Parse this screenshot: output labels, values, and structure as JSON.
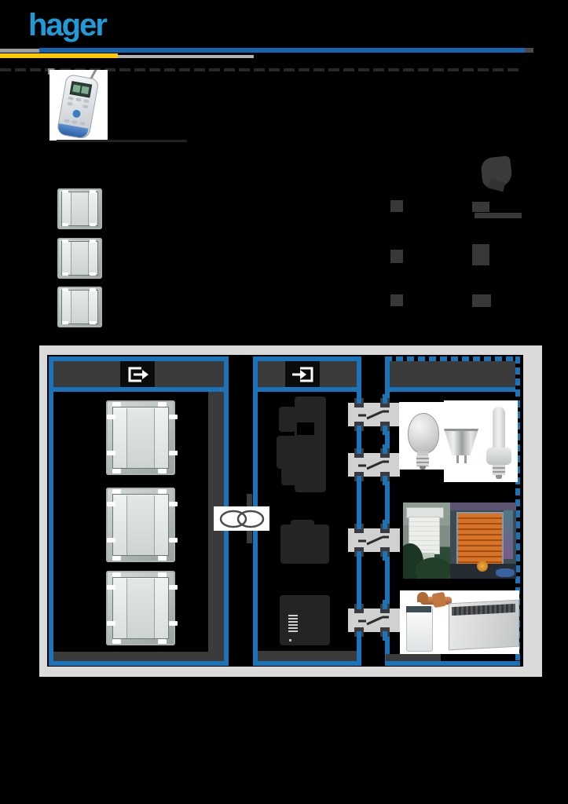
{
  "brand": {
    "logo_text": "hager",
    "logo_color": "#219bd7"
  },
  "header_rules": {
    "blue_rule_color": "#1565af",
    "yellow_rule_color": "#fdc800",
    "gray_rule_color": "#9e9e9e"
  },
  "products": {
    "remote_control_photo": "handheld-radio-configurator",
    "pushbutton_photo_count": 3,
    "faint_table_row_count": 3
  },
  "figure": {
    "accent_blue": "#1b73b9",
    "panel_gray": "#d9dad9",
    "shadow_gray": "#3b3b3b",
    "boxes": [
      {
        "role": "transmitters",
        "icon": "arrow-exit-box-icon",
        "border": "solid",
        "pushbutton_count": 3
      },
      {
        "role": "receivers",
        "icon": "arrow-enter-box-icon",
        "border": "solid",
        "receiver_module_count": 3
      },
      {
        "role": "applications",
        "icon": "none",
        "border": "dashed",
        "photo_groups": [
          "lamps",
          "shutters-blinds",
          "heating"
        ]
      }
    ],
    "link_symbol": "radio-link-ellipses-icon",
    "relay_contact_count": 4,
    "lamp_photos": [
      "incandescent-bulb",
      "halogen-spot",
      "cfl-lamp"
    ],
    "shutter_photos": [
      "roller-shutter",
      "venetian-blind"
    ],
    "heating_photos": [
      "valve-actuator",
      "panel-convector"
    ]
  }
}
